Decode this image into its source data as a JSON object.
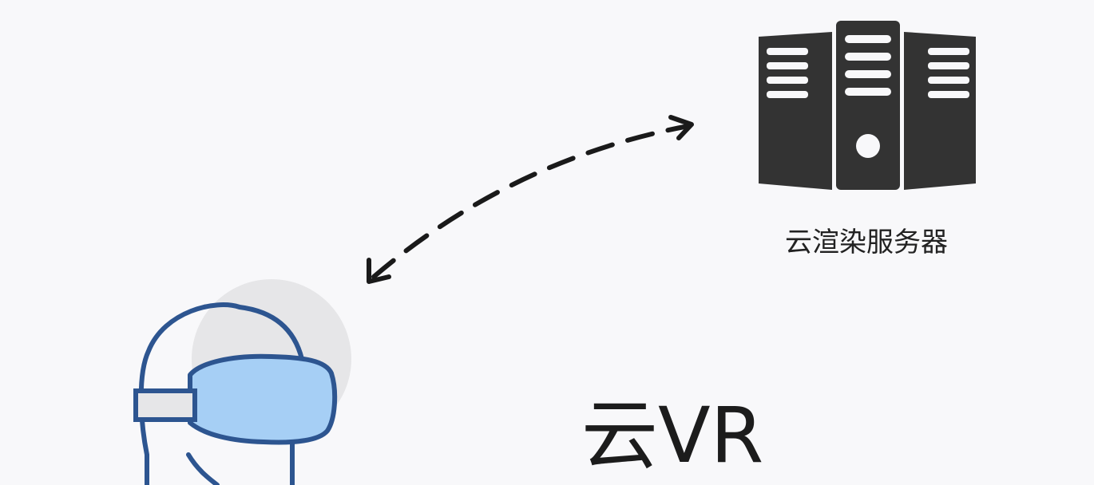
{
  "diagram": {
    "server_label": "云渲染服务器",
    "title": "云VR"
  },
  "icons": {
    "server": "server-rack-icon",
    "vr_user": "vr-headset-user-icon",
    "link": "bidirectional-dashed-arrow"
  },
  "colors": {
    "background": "#f8f8fa",
    "server": "#333333",
    "headset_fill": "#a6cff5",
    "headset_stroke": "#2d5590",
    "head_bg_circle": "#e6e6e8",
    "arrow": "#1a1a1a"
  }
}
